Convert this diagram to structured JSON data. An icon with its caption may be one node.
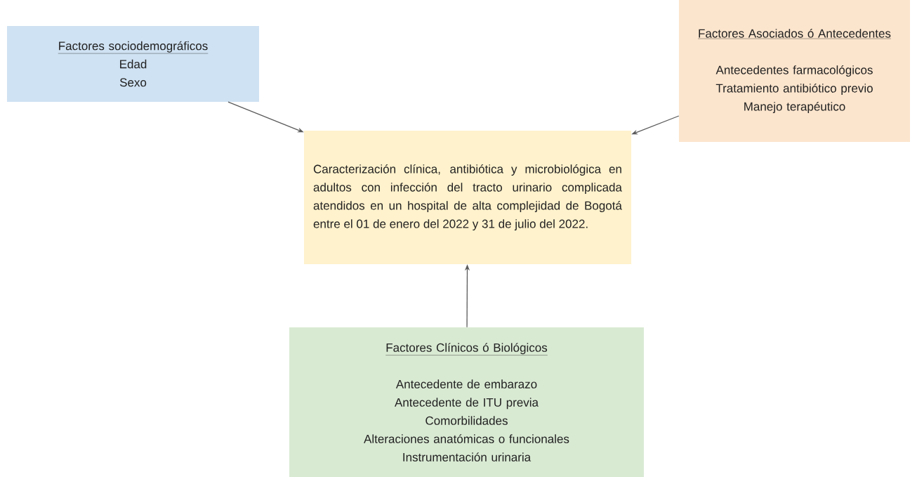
{
  "diagram": {
    "nodes": [
      {
        "text": [
          "Factores sociodemográficos",
          "Edad",
          "Sexo"
        ]
      },
      {
        "text": [
          "Factores Asociados ó Antecedentes",
          "Antecedentes farmacológicos",
          "Tratamiento antibiótico previo",
          "Manejo terapéutico"
        ]
      },
      {
        "text": [
          "Caracterización clínica, antibiótica y microbiológica en adultos con infección del tracto urinario complicada atendidos en un hospital de alta complejidad de Bogotá entre el 01 de enero del 2022 y 31 de julio del 2022."
        ]
      },
      {
        "text": [
          "Factores Clínicos ó Biológicos",
          "Antecedente de embarazo",
          "Antecedente de ITU previa",
          "Comorbilidades",
          "Alteraciones anatómicas o funcionales",
          "Instrumentación urinaria"
        ]
      }
    ],
    "edges": [
      {
        "from": 0,
        "to": 2,
        "arrow": "to"
      },
      {
        "from": 1,
        "to": 2,
        "arrow": "to"
      },
      {
        "from": 3,
        "to": 2,
        "arrow": "to"
      }
    ]
  }
}
